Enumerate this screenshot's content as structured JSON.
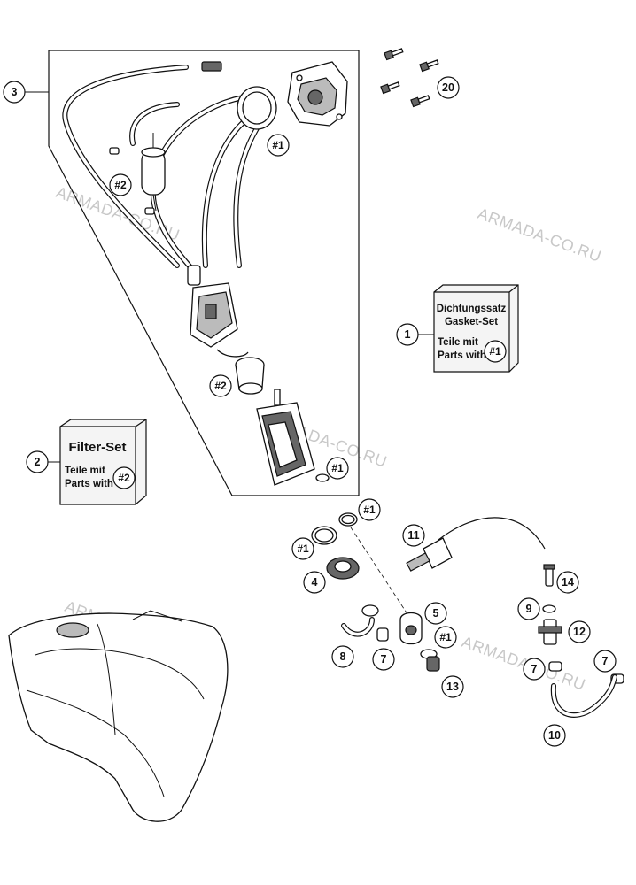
{
  "callouts": {
    "c1": "1",
    "c2": "2",
    "c3": "3",
    "c4": "4",
    "c5": "5",
    "c7a": "7",
    "c7b": "7",
    "c7c": "7",
    "c8": "8",
    "c9": "9",
    "c10": "10",
    "c11": "11",
    "c12": "12",
    "c13": "13",
    "c14": "14",
    "c20": "20"
  },
  "refs": {
    "r1_float": "#1",
    "r1_pump": "#1",
    "r1_ring_a": "#1",
    "r1_ring_b": "#1",
    "r1_ring_c": "#1",
    "r2_filter": "#2",
    "r2_sleeve": "#2"
  },
  "gasket_box": {
    "line1": "Dichtungssatz",
    "line2": "Gasket-Set",
    "line3": "Teile mit",
    "line4": "Parts with",
    "ref": "#1"
  },
  "filter_box": {
    "title": "Filter-Set",
    "line1": "Teile mit",
    "line2": "Parts with",
    "ref": "#2"
  },
  "watermarks": {
    "w1": "ARMADA-CO.RU",
    "w2": "ARMADA-CO.RU",
    "w3": "ARMADA-CO.RU",
    "w4": "ARMADA-CO.RU",
    "w5": "ARMADA-CO.RU"
  }
}
